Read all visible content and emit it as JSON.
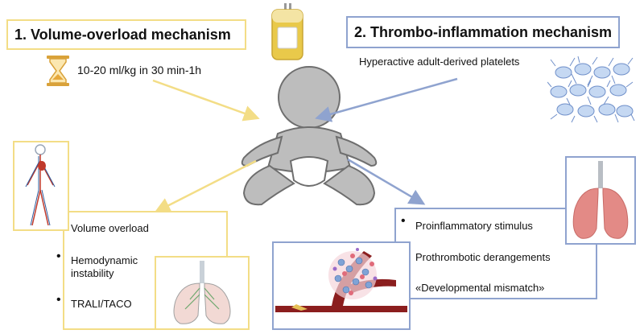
{
  "left_mechanism": {
    "title": "1. Volume-overload mechanism",
    "dose": "10-20 ml/kg in 30 min-1h",
    "effect_title": "Volume overload",
    "effects": [
      "Hemodynamic instability",
      "TRALI/TACO"
    ]
  },
  "right_mechanism": {
    "title": "2. Thrombo-inflammation mechanism",
    "cause": "Hyperactive adult-derived platelets",
    "effects": [
      "Proinflammatory stimulus",
      "Prothrombotic derangements",
      "«Developmental mismatch»"
    ]
  },
  "icons": [
    "hourglass-icon",
    "blood-bag-icon",
    "baby-icon",
    "platelets-icon",
    "circulatory-system-icon",
    "lungs-icon",
    "blood-clot-icon"
  ],
  "colors": {
    "yellow": "#f3dd86",
    "blue": "#8fa3cf",
    "baby": "#bdbdbd"
  }
}
